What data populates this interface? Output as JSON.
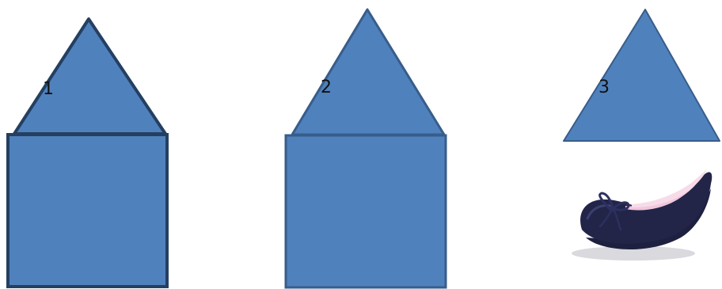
{
  "colors": {
    "fill": "#4f81bd",
    "stroke": "#385d8a",
    "stroke_dark": "#243f60"
  },
  "figures": [
    {
      "label": "1",
      "lower": "square"
    },
    {
      "label": "2",
      "lower": "square"
    },
    {
      "label": "3",
      "lower": "shoe-photo"
    }
  ],
  "icons": {
    "photo": "shoe-icon"
  }
}
